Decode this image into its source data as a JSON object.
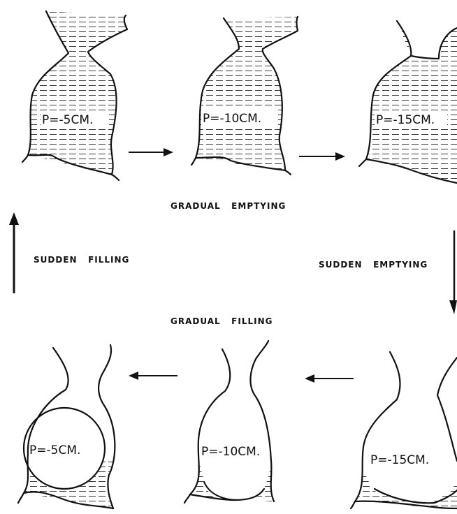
{
  "diagram": {
    "labels": {
      "gradual_emptying": "GRADUAL   EMPTYING",
      "sudden_filling": "SUDDEN   FILLING",
      "sudden_emptying": "SUDDEN   EMPTYING",
      "gradual_filling": "GRADUAL   FILLING"
    },
    "top_row": [
      {
        "pressure": "P=-5CM."
      },
      {
        "pressure": "P=-10CM."
      },
      {
        "pressure": "P=-15CM."
      }
    ],
    "bottom_row": [
      {
        "pressure": "P=-5CM."
      },
      {
        "pressure": "P=-10CM."
      },
      {
        "pressure": "P=-15CM."
      }
    ]
  }
}
